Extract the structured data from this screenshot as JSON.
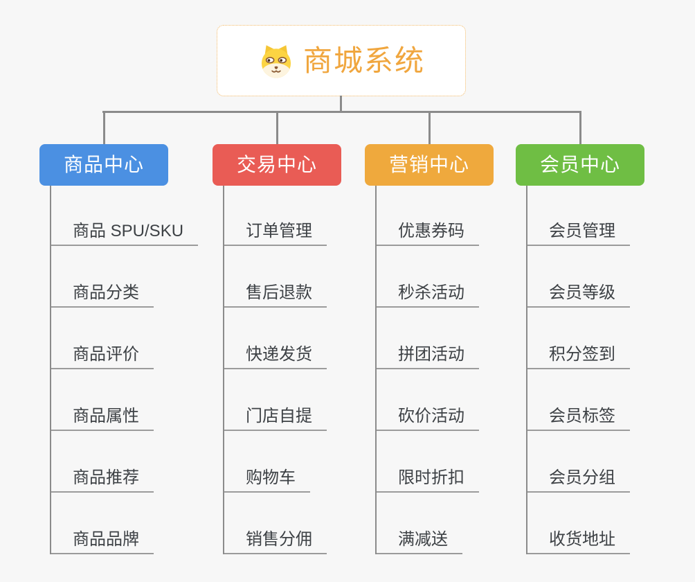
{
  "root": {
    "title": "商城系统",
    "icon": "dog-face-icon",
    "title_color": "#f0a63e",
    "border_color": "#f2b763"
  },
  "colors": {
    "background": "#f7f7f7",
    "connector": "#8b8b8b",
    "child_underline": "#9b9b9b",
    "child_text": "#3d4145",
    "node_text": "#ffffff"
  },
  "branches": [
    {
      "label": "商品中心",
      "color": "#4b90e2",
      "children": [
        "商品 SPU/SKU",
        "商品分类",
        "商品评价",
        "商品属性",
        "商品推荐",
        "商品品牌"
      ]
    },
    {
      "label": "交易中心",
      "color": "#e95c55",
      "children": [
        "订单管理",
        "售后退款",
        "快递发货",
        "门店自提",
        "购物车",
        "销售分佣"
      ]
    },
    {
      "label": "营销中心",
      "color": "#efa93d",
      "children": [
        "优惠券码",
        "秒杀活动",
        "拼团活动",
        "砍价活动",
        "限时折扣",
        "满减送"
      ]
    },
    {
      "label": "会员中心",
      "color": "#6fbe44",
      "children": [
        "会员管理",
        "会员等级",
        "积分签到",
        "会员标签",
        "会员分组",
        "收货地址"
      ]
    }
  ]
}
